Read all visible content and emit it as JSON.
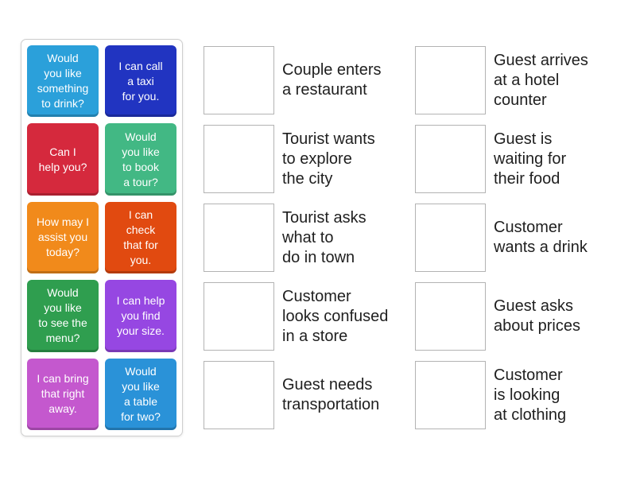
{
  "activity": {
    "kind": "match-up"
  },
  "colors": {
    "clue_text": "#1f1f1f",
    "slot_border": "#b3b3b3",
    "panel_border": "#cfcfcf",
    "background": "#ffffff",
    "tile_text": "#ffffff"
  },
  "panel": {
    "tiles": [
      {
        "label": "Would\nyou like\nsomething\nto drink?",
        "color": "#2ba0da"
      },
      {
        "label": "I can call\na taxi\nfor you.",
        "color": "#2134c1"
      },
      {
        "label": "Can I\nhelp you?",
        "color": "#d5293d"
      },
      {
        "label": "Would\nyou like\nto book\na tour?",
        "color": "#42b884"
      },
      {
        "label": "How may I\nassist you\ntoday?",
        "color": "#f18a1b"
      },
      {
        "label": "I can\ncheck\nthat for\nyou.",
        "color": "#e14a10"
      },
      {
        "label": "Would\nyou like\nto see the\nmenu?",
        "color": "#2f9e4f"
      },
      {
        "label": "I can help\nyou find\nyour size.",
        "color": "#9647e2"
      },
      {
        "label": "I can bring\nthat right\naway.",
        "color": "#c458ce"
      },
      {
        "label": "Would\nyou like\na table\nfor two?",
        "color": "#2a92d8"
      }
    ]
  },
  "columns": [
    {
      "items": [
        {
          "clue": "Couple enters\na restaurant"
        },
        {
          "clue": "Tourist wants\nto explore\nthe city"
        },
        {
          "clue": "Tourist asks\nwhat to\ndo in town"
        },
        {
          "clue": "Customer\nlooks confused\nin a store"
        },
        {
          "clue": "Guest needs\ntransportation"
        }
      ]
    },
    {
      "items": [
        {
          "clue": "Guest arrives\nat a hotel\ncounter"
        },
        {
          "clue": "Guest is\nwaiting for\ntheir food"
        },
        {
          "clue": "Customer\nwants a drink"
        },
        {
          "clue": "Guest asks\nabout prices"
        },
        {
          "clue": "Customer\nis looking\nat clothing"
        }
      ]
    }
  ]
}
